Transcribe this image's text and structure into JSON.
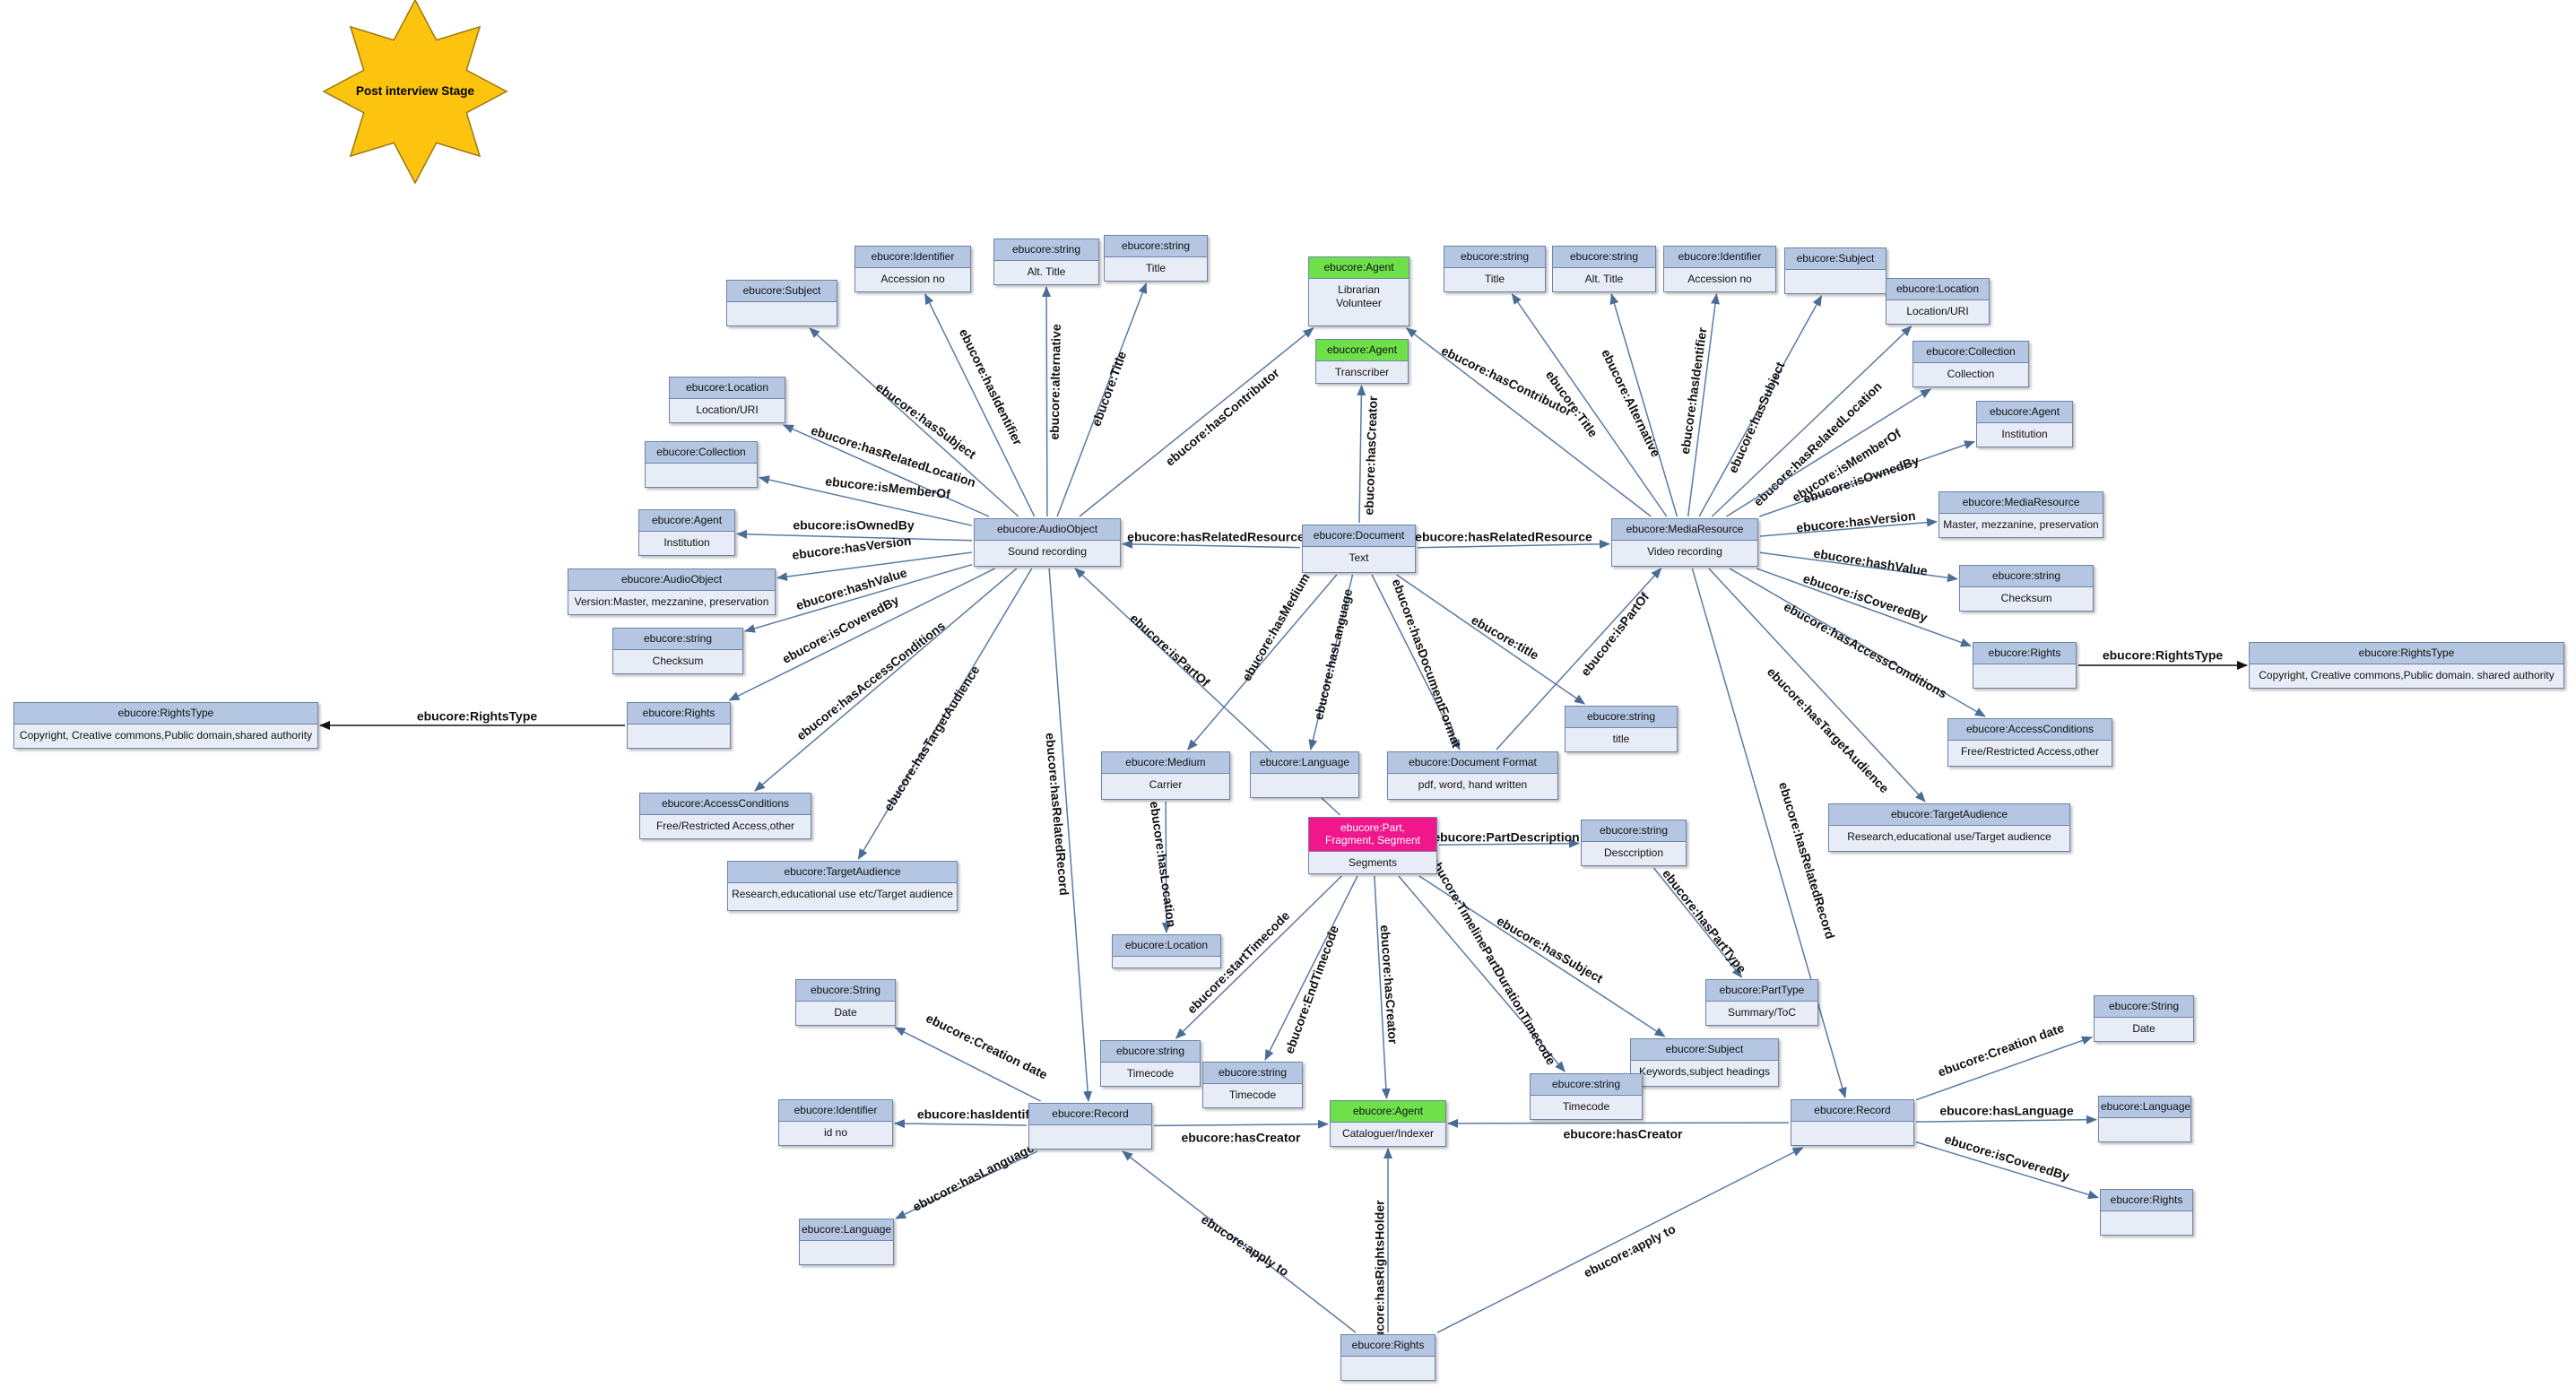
{
  "stage_label": "Post interview Stage",
  "nodes": [
    {
      "id": "audioObject",
      "title": "ebucore:AudioObject",
      "body": "Sound recording"
    },
    {
      "id": "document",
      "title": "ebucore:Document",
      "body": "Text"
    },
    {
      "id": "mediaResource",
      "title": "ebucore:MediaResource",
      "body": "Video recording"
    },
    {
      "id": "agentLibrarian",
      "title": "ebucore:Agent",
      "body": "Librarian\nVolunteer",
      "color": "green"
    },
    {
      "id": "agentTranscriber",
      "title": "ebucore:Agent",
      "body": "Transcriber",
      "color": "green"
    },
    {
      "id": "a_subject",
      "title": "ebucore:Subject",
      "body": ""
    },
    {
      "id": "a_identifier",
      "title": "ebucore:Identifier",
      "body": "Accession no"
    },
    {
      "id": "a_alt",
      "title": "ebucore:string",
      "body": "Alt. Title"
    },
    {
      "id": "a_title",
      "title": "ebucore:string",
      "body": "Title"
    },
    {
      "id": "a_location",
      "title": "ebucore:Location",
      "body": "Location/URI"
    },
    {
      "id": "a_collection",
      "title": "ebucore:Collection",
      "body": ""
    },
    {
      "id": "a_agent",
      "title": "ebucore:Agent",
      "body": "Institution"
    },
    {
      "id": "a_version",
      "title": "ebucore:AudioObject",
      "body": "Version:Master, mezzanine, preservation"
    },
    {
      "id": "a_checksum",
      "title": "ebucore:string",
      "body": "Checksum"
    },
    {
      "id": "a_rights",
      "title": "ebucore:Rights",
      "body": ""
    },
    {
      "id": "a_rightsType",
      "title": "ebucore:RightsType",
      "body": "Copyright, Creative commons,Public domain,shared authority"
    },
    {
      "id": "a_access",
      "title": "ebucore:AccessConditions",
      "body": "Free/Restricted Access,other"
    },
    {
      "id": "a_audience",
      "title": "ebucore:TargetAudience",
      "body": "Research,educational use etc/Target audience"
    },
    {
      "id": "m_title",
      "title": "ebucore:string",
      "body": "Title"
    },
    {
      "id": "m_alt",
      "title": "ebucore:string",
      "body": "Alt. Title"
    },
    {
      "id": "m_identifier",
      "title": "ebucore:Identifier",
      "body": "Accession no"
    },
    {
      "id": "m_subject",
      "title": "ebucore:Subject",
      "body": ""
    },
    {
      "id": "m_location",
      "title": "ebucore:Location",
      "body": "Location/URI"
    },
    {
      "id": "m_collection",
      "title": "ebucore:Collection",
      "body": "Collection"
    },
    {
      "id": "m_agent",
      "title": "ebucore:Agent",
      "body": "Institution"
    },
    {
      "id": "m_version",
      "title": "ebucore:MediaResource",
      "body": "Master, mezzanine, preservation"
    },
    {
      "id": "m_checksum",
      "title": "ebucore:string",
      "body": "Checksum"
    },
    {
      "id": "m_rights",
      "title": "ebucore:Rights",
      "body": ""
    },
    {
      "id": "m_rightsType",
      "title": "ebucore:RightsType",
      "body": "Copyright, Creative commons,Public domain. shared authority"
    },
    {
      "id": "m_access",
      "title": "ebucore:AccessConditions",
      "body": "Free/Restricted Access,other"
    },
    {
      "id": "m_audience",
      "title": "ebucore:TargetAudience",
      "body": "Research,educational use/Target audience"
    },
    {
      "id": "d_medium",
      "title": "ebucore:Medium",
      "body": "Carrier"
    },
    {
      "id": "d_language",
      "title": "ebucore:Language",
      "body": ""
    },
    {
      "id": "d_format",
      "title": "ebucore:Document Format",
      "body": "pdf, word, hand written"
    },
    {
      "id": "d_title",
      "title": "ebucore:string",
      "body": "title"
    },
    {
      "id": "d_location",
      "title": "ebucore:Location",
      "body": ""
    },
    {
      "id": "part",
      "title": "ebucore:Part,\nFragment, Segment",
      "body": "Segments",
      "color": "pink"
    },
    {
      "id": "p_desc",
      "title": "ebucore:string",
      "body": "Descсription"
    },
    {
      "id": "p_partType",
      "title": "ebucore:PartType",
      "body": "Summary/ToC"
    },
    {
      "id": "p_subject",
      "title": "ebucore:Subject",
      "body": "Keywords,subject headings"
    },
    {
      "id": "p_start",
      "title": "ebucore:string",
      "body": "Timecode"
    },
    {
      "id": "p_end",
      "title": "ebucore:string",
      "body": "Timecode"
    },
    {
      "id": "p_duration",
      "title": "ebucore:string",
      "body": "Timecode"
    },
    {
      "id": "cataloguer",
      "title": "ebucore:Agent",
      "body": "Cataloguer/Indexer",
      "color": "green"
    },
    {
      "id": "recordL",
      "title": "ebucore:Record",
      "body": ""
    },
    {
      "id": "rl_date",
      "title": "ebucore:String",
      "body": "Date"
    },
    {
      "id": "rl_identifier",
      "title": "ebucore:Identifier",
      "body": "id no"
    },
    {
      "id": "rl_language",
      "title": "ebucore:Language",
      "body": ""
    },
    {
      "id": "recordR",
      "title": "ebucore:Record",
      "body": ""
    },
    {
      "id": "rr_date",
      "title": "ebucore:String",
      "body": "Date"
    },
    {
      "id": "rr_language",
      "title": "ebucore:Language",
      "body": ""
    },
    {
      "id": "rr_rights",
      "title": "ebucore:Rights",
      "body": ""
    },
    {
      "id": "rights",
      "title": "ebucore:Rights",
      "body": ""
    }
  ],
  "edges": [
    {
      "from": "audioObject",
      "to": "a_subject",
      "label": "ebucore:hasSubject"
    },
    {
      "from": "audioObject",
      "to": "a_identifier",
      "label": "ebucore:hasIdentifier"
    },
    {
      "from": "audioObject",
      "to": "a_alt",
      "label": "ebucore:alternative"
    },
    {
      "from": "audioObject",
      "to": "a_title",
      "label": "ebucore:Title"
    },
    {
      "from": "audioObject",
      "to": "agentLibrarian",
      "label": "ebucore:hasContributor"
    },
    {
      "from": "audioObject",
      "to": "a_location",
      "label": "ebucore:hasRelatedLocation"
    },
    {
      "from": "audioObject",
      "to": "a_collection",
      "label": "ebucore:isMemberOf"
    },
    {
      "from": "audioObject",
      "to": "a_agent",
      "label": "ebucore:isOwnedBy"
    },
    {
      "from": "audioObject",
      "to": "a_version",
      "label": "ebucore:hasVersion"
    },
    {
      "from": "audioObject",
      "to": "a_checksum",
      "label": "ebucore:hashValue"
    },
    {
      "from": "audioObject",
      "to": "a_rights",
      "label": "ebucore:isCoveredBy"
    },
    {
      "from": "a_rights",
      "to": "a_rightsType",
      "label": "ebucore:RightsType"
    },
    {
      "from": "audioObject",
      "to": "a_access",
      "label": "ebucore:hasAccessConditions"
    },
    {
      "from": "audioObject",
      "to": "a_audience",
      "label": "ebucore:hasTargetAudience"
    },
    {
      "from": "audioObject",
      "to": "recordL",
      "label": "ebucore:hasRelatedRecord"
    },
    {
      "from": "document",
      "to": "audioObject",
      "label": "ebucore:hasRelatedResource"
    },
    {
      "from": "document",
      "to": "mediaResource",
      "label": "ebucore:hasRelatedResource"
    },
    {
      "from": "document",
      "to": "agentTranscriber",
      "label": "ebucore:hasCreator"
    },
    {
      "from": "document",
      "to": "d_medium",
      "label": "ebucore:hasMedium"
    },
    {
      "from": "document",
      "to": "d_language",
      "label": "ebucore:hasLanguage"
    },
    {
      "from": "document",
      "to": "d_format",
      "label": "ebucore:hasDocumentFormat"
    },
    {
      "from": "document",
      "to": "d_title",
      "label": "ebucore:title"
    },
    {
      "from": "d_medium",
      "to": "d_location",
      "label": "ebucore:hasLocation"
    },
    {
      "from": "part",
      "to": "audioObject",
      "label": "ebucore:isPartOf"
    },
    {
      "from": "d_format",
      "to": "mediaResource",
      "label": "ebucore:isPartOf"
    },
    {
      "from": "mediaResource",
      "to": "agentLibrarian",
      "label": "ebucore:hasContributor"
    },
    {
      "from": "mediaResource",
      "to": "m_title",
      "label": "ebucore:Title"
    },
    {
      "from": "mediaResource",
      "to": "m_alt",
      "label": "ebucore:Alternative"
    },
    {
      "from": "mediaResource",
      "to": "m_identifier",
      "label": "ebucore:hasIdentifier"
    },
    {
      "from": "mediaResource",
      "to": "m_subject",
      "label": "ebucore:hasSubject"
    },
    {
      "from": "mediaResource",
      "to": "m_location",
      "label": "ebucore:hasRelatedLocation"
    },
    {
      "from": "mediaResource",
      "to": "m_collection",
      "label": "ebucore:isMemberOf"
    },
    {
      "from": "mediaResource",
      "to": "m_agent",
      "label": "ebucore:isOwnedBy"
    },
    {
      "from": "mediaResource",
      "to": "m_version",
      "label": "ebucore:hasVersion"
    },
    {
      "from": "mediaResource",
      "to": "m_checksum",
      "label": "ebucore:hashValue"
    },
    {
      "from": "mediaResource",
      "to": "m_rights",
      "label": "ebucore:isCoveredBy"
    },
    {
      "from": "m_rights",
      "to": "m_rightsType",
      "label": "ebucore:RightsType"
    },
    {
      "from": "mediaResource",
      "to": "m_access",
      "label": "ebucore:hasAccessConditions"
    },
    {
      "from": "mediaResource",
      "to": "m_audience",
      "label": "ebucore:hasTargetAudience"
    },
    {
      "from": "mediaResource",
      "to": "recordR",
      "label": "ebucore:hasRelatedRecord"
    },
    {
      "from": "part",
      "to": "p_desc",
      "label": "ebucore:PartDescription"
    },
    {
      "from": "p_desc",
      "to": "p_partType",
      "label": "ebucore:hasPartType"
    },
    {
      "from": "part",
      "to": "p_subject",
      "label": "ebucore:hasSubject"
    },
    {
      "from": "part",
      "to": "p_start",
      "label": "ebucore:startTimecode"
    },
    {
      "from": "part",
      "to": "p_end",
      "label": "ebucore:EndTimecode"
    },
    {
      "from": "part",
      "to": "cataloguer",
      "label": "ebucore:hasCreator"
    },
    {
      "from": "part",
      "to": "p_duration",
      "label": "ebucore:TimelinePartDurationTimecode"
    },
    {
      "from": "recordL",
      "to": "rl_date",
      "label": "ebucore:Creation date"
    },
    {
      "from": "recordL",
      "to": "rl_identifier",
      "label": "ebucore:hasIdentifier"
    },
    {
      "from": "recordL",
      "to": "rl_language",
      "label": "ebucore:hasLanguage"
    },
    {
      "from": "recordL",
      "to": "cataloguer",
      "label": "ebucore:hasCreator"
    },
    {
      "from": "recordR",
      "to": "cataloguer",
      "label": "ebucore:hasCreator"
    },
    {
      "from": "recordR",
      "to": "rr_date",
      "label": "ebucore:Creation date"
    },
    {
      "from": "recordR",
      "to": "rr_language",
      "label": "ebucore:hasLanguage"
    },
    {
      "from": "recordR",
      "to": "rr_rights",
      "label": "ebucore:isCoveredBy"
    },
    {
      "from": "rights",
      "to": "recordL",
      "label": "ebucore:apply to"
    },
    {
      "from": "rights",
      "to": "recordR",
      "label": "ebucore:apply to"
    },
    {
      "from": "rights",
      "to": "cataloguer",
      "label": "ebucore:hasRightsHolder"
    }
  ]
}
